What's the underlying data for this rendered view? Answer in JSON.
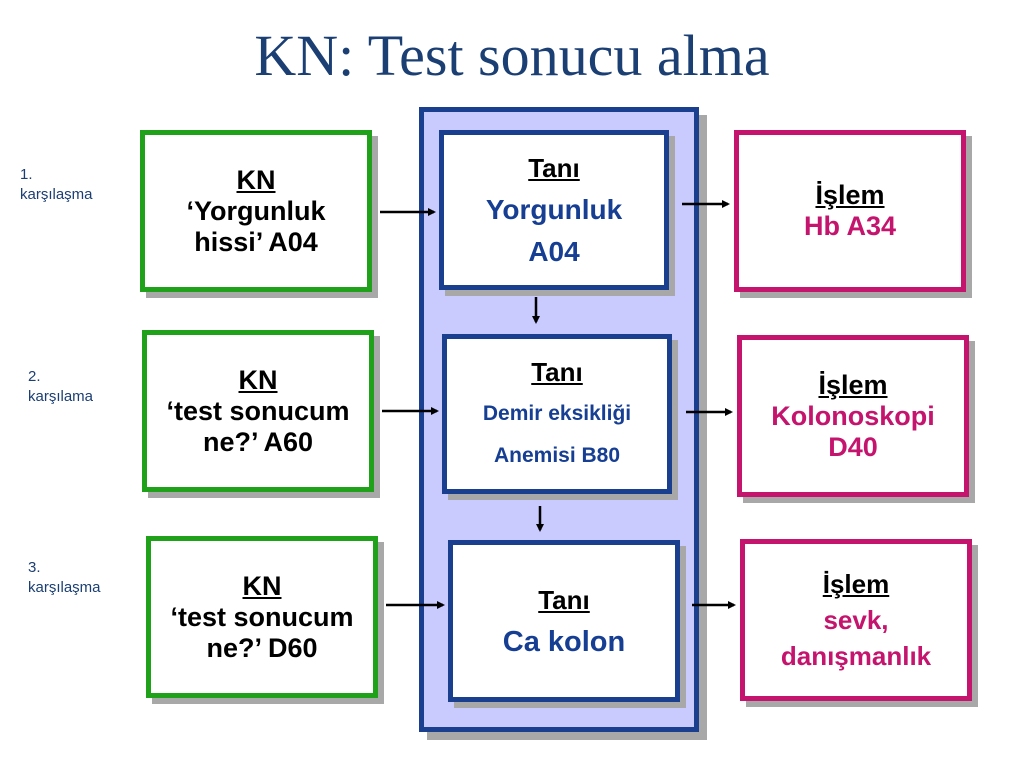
{
  "title": "KN: Test sonucu alma",
  "encounters": [
    {
      "label_line1": "1.",
      "label_line2": "karşılaşma",
      "kn_head": "KN",
      "kn_line1": "‘Yorgunluk",
      "kn_line2": "hissi’ A04",
      "tani_head": "Tanı",
      "tani_line1": "Yorgunluk",
      "tani_line2": "A04",
      "islem_head": "İşlem",
      "islem_line1": "Hb A34",
      "islem_line2": ""
    },
    {
      "label_line1": "2.",
      "label_line2": "karşılama",
      "kn_head": "KN",
      "kn_line1": "‘test sonucum",
      "kn_line2": "ne?’ A60",
      "tani_head": "Tanı",
      "tani_line1": "Demir eksikliği",
      "tani_line2": "Anemisi B80",
      "islem_head": "İşlem",
      "islem_line1": "Kolonoskopi",
      "islem_line2": "D40"
    },
    {
      "label_line1": "3.",
      "label_line2": "karşılaşma",
      "kn_head": "KN",
      "kn_line1": "‘test sonucum",
      "kn_line2": "ne?’ D60",
      "tani_head": "Tanı",
      "tani_line1": "Ca kolon",
      "tani_line2": "",
      "islem_head": "İşlem",
      "islem_line1": "sevk,",
      "islem_line2": "danışmanlık"
    }
  ],
  "colors": {
    "title": "#1b3f73",
    "kn_border": "#1fa11a",
    "tani_border": "#1b3f8f",
    "tani_text": "#163e93",
    "islem_border": "#c4146e",
    "panel_fill": "#c9cbff"
  }
}
